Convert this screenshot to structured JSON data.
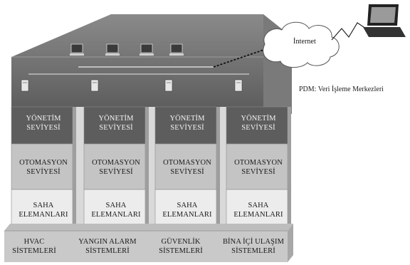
{
  "internet": {
    "label": "İnternet"
  },
  "note": "PDM: Veri İşleme Merkezleri",
  "columns": [
    {
      "top": [
        "YÖNETİM",
        "SEVİYESİ"
      ],
      "mid": [
        "OTOMASYON",
        "SEVİYESİ"
      ],
      "field": [
        "SAHA",
        "ELEMANLARI"
      ],
      "base": [
        "HVAC",
        "SİSTEMLERİ"
      ]
    },
    {
      "top": [
        "YÖNETİM",
        "SEVİYESİ"
      ],
      "mid": [
        "OTOMASYON",
        "SEVİYESİ"
      ],
      "field": [
        "SAHA",
        "ELEMANLARI"
      ],
      "base": [
        "YANGIN ALARM",
        "SİSTEMLERİ"
      ]
    },
    {
      "top": [
        "YÖNETİM",
        "SEVİYESİ"
      ],
      "mid": [
        "OTOMASYON",
        "SEVİYESİ"
      ],
      "field": [
        "SAHA",
        "ELEMANLARI"
      ],
      "base": [
        "GÜVENLİK",
        "SİSTEMLERİ"
      ]
    },
    {
      "top": [
        "YÖNETİM",
        "SEVİYESİ"
      ],
      "mid": [
        "OTOMASYON",
        "SEVİYESİ"
      ],
      "field": [
        "SAHA",
        "ELEMANLARI"
      ],
      "base": [
        "BİNA İÇİ ULAŞIM",
        "SİSTEMLERİ"
      ]
    }
  ],
  "colors": {
    "roof": "#6e6e6e",
    "roof_shadow": "#4a4a4a",
    "management": "#5d5d5d",
    "automation": "#c4c4c4",
    "field": "#ececec",
    "base": "#c8c8c8",
    "gap": "#d9d9d9"
  },
  "icons": [
    "workstation-icon",
    "server-icon",
    "laptop-icon",
    "cloud-icon"
  ]
}
